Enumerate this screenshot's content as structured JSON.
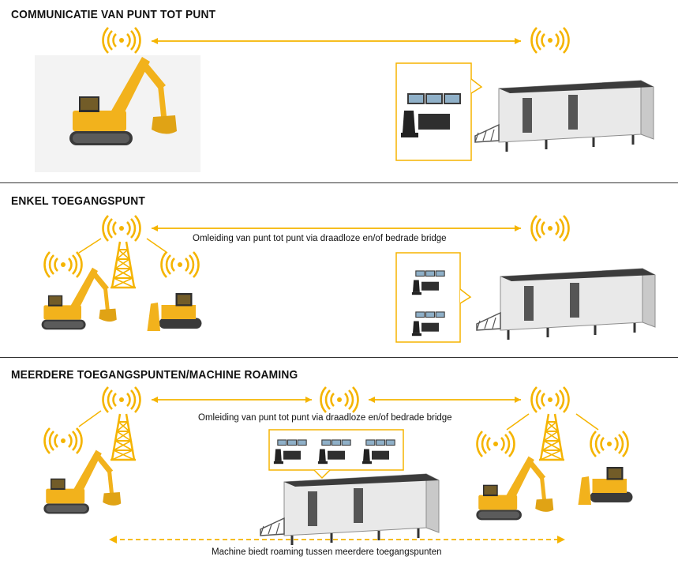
{
  "sections": [
    {
      "title": "COMMUNICATIE VAN PUNT TOT PUNT",
      "caption": ""
    },
    {
      "title": "ENKEL TOEGANGSPUNT",
      "caption": "Omleiding van punt tot punt via draadloze en/of bedrade bridge"
    },
    {
      "title": "MEERDERE TOEGANGSPUNTEN/MACHINE ROAMING",
      "caption": "Omleiding van punt tot punt via draadloze en/of bedrade bridge",
      "roaming_caption": "Machine biedt roaming tussen meerdere toegangspunten"
    }
  ],
  "colors": {
    "accent": "#f5b400",
    "machine_yellow": "#f2b21c",
    "divider": "#333333",
    "trailer": "#e9e9e9"
  },
  "icons": [
    "wireless-signal-icon",
    "radio-tower-icon",
    "excavator-icon",
    "dozer-icon",
    "control-station-icon",
    "office-trailer-icon"
  ]
}
